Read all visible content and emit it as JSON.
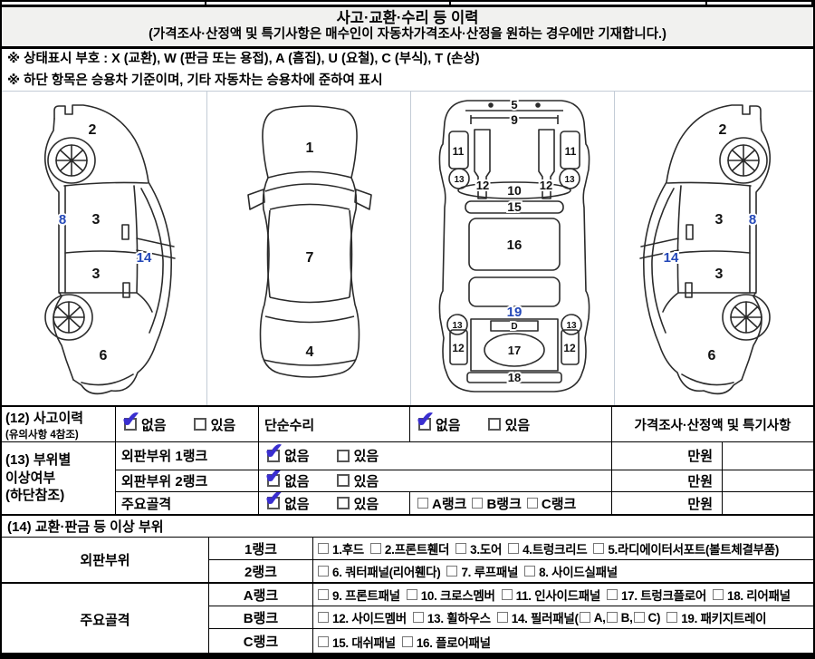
{
  "colors": {
    "check_blue": "#3a2fd0",
    "diagram_label_blue": "#2448b8",
    "title_bg": "#f1f1ef",
    "light_divider": "#c3ccd6"
  },
  "header": {
    "title": "사고·교환·수리 등 이력",
    "subtitle": "(가격조사·산정액 및 특기사항은 매수인이 자동차가격조사·산정을 원하는 경우에만 기재합니다.)"
  },
  "notes": {
    "line1": "※ 상태표시 부호 : X (교환), W (판금 또는 용접), A (흠집), U (요철), C (부식), T (손상)",
    "line2": "※ 하단 항목은 승용차 기준이며, 기타 자동차는 승용차에 준하여 표시"
  },
  "labels": {
    "none": "없음",
    "yes": "있음",
    "manwon": "만원"
  },
  "diagrams": {
    "side": {
      "fender": "2",
      "sill": "8",
      "door_front": "3",
      "pillar": "14",
      "door_rear": "3",
      "quarter": "6"
    },
    "top": {
      "hood": "1",
      "roof": "7",
      "trunk": "4"
    },
    "bottom": {
      "support": "5",
      "front_panel": "9",
      "inside_l": "11",
      "inside_r": "11",
      "member_fl": "12",
      "member_fr": "12",
      "wheelhouse_fl": "13",
      "wheelhouse_fr": "13",
      "cross": "10",
      "dash": "15",
      "floor": "16",
      "package": "19",
      "wheelhouse_rl": "13",
      "wheelhouse_rr": "13",
      "deck": "D",
      "trunk_floor": "17",
      "member_rl": "12",
      "member_rr": "12",
      "rear_panel": "18"
    }
  },
  "row12": {
    "label": "(12) 사고이력",
    "sublabel": "(유의사항 4참조)",
    "simple_repair": "단순수리",
    "price_header": "가격조사·산정액 및 특기사항"
  },
  "row13": {
    "label_line1": "(13) 부위별",
    "label_line2": "이상여부",
    "label_line3": "(하단참조)",
    "rows": [
      {
        "name": "외판부위 1랭크"
      },
      {
        "name": "외판부위 2랭크"
      },
      {
        "name": "주요골격"
      }
    ],
    "ranks": [
      "A랭크",
      "B랭크",
      "C랭크"
    ]
  },
  "row14": {
    "label": "(14) 교환·판금 등 이상 부위"
  },
  "section14": {
    "groups": [
      {
        "name": "외판부위",
        "rows": [
          {
            "rank": "1랭크",
            "items": [
              "1.후드",
              "2.프론트휀더",
              "3.도어",
              "4.트렁크리드",
              "5.라디에이터서포트(볼트체결부품)"
            ]
          },
          {
            "rank": "2랭크",
            "items": [
              "6. 쿼터패널(리어휀다)",
              "7. 루프패널",
              "8. 사이드실패널"
            ]
          }
        ]
      },
      {
        "name": "주요골격",
        "rows": [
          {
            "rank": "A랭크",
            "items": [
              "9. 프론트패널",
              "10. 크로스멤버",
              "11. 인사이드패널",
              "17. 트렁크플로어",
              "18. 리어패널"
            ]
          },
          {
            "rank": "B랭크",
            "items": [
              "12. 사이드멤버",
              "13. 휠하우스",
              "14. 필러패널(",
              "A,",
              "B,",
              "C)",
              "19. 패키지트레이"
            ]
          },
          {
            "rank": "C랭크",
            "items": [
              "15. 대쉬패널",
              "16. 플로어패널"
            ]
          }
        ]
      }
    ]
  }
}
